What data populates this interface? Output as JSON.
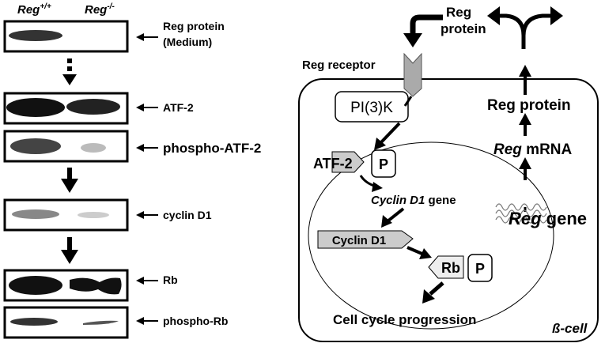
{
  "left_panel": {
    "header_wt": "Reg",
    "header_wt_sup": "+/+",
    "header_ko": "Reg",
    "header_ko_sup": "-/-",
    "blots": [
      {
        "label_line1": "Reg protein",
        "label_line2": "(Medium)"
      },
      {
        "label_line1": "ATF-2",
        "label_line2": ""
      },
      {
        "label_line1": "phospho-ATF-2",
        "label_line2": ""
      },
      {
        "label_line1": "cyclin D1",
        "label_line2": ""
      },
      {
        "label_line1": "Rb",
        "label_line2": ""
      },
      {
        "label_line1": "phospho-Rb",
        "label_line2": ""
      }
    ]
  },
  "right_panel": {
    "reg_protein_in_line1": "Reg",
    "reg_protein_in_line2": "protein",
    "reg_receptor": "Reg receptor",
    "pi3k": "PI(3)K",
    "atf2": "ATF-2",
    "p_atf": "P",
    "cyclin_gene_italic": "Cyclin D1",
    "cyclin_gene_rest": " gene",
    "cyclin_d1": "Cyclin D1",
    "rb": "Rb",
    "p_rb": "P",
    "cell_cycle": "Cell cycle progression",
    "reg_protein_out": "Reg protein",
    "reg_mrna_italic": "Reg",
    "reg_mrna_rest": " mRNA",
    "reg_gene_italic": "Reg",
    "reg_gene_rest": " gene",
    "beta_cell": "ß-cell"
  }
}
